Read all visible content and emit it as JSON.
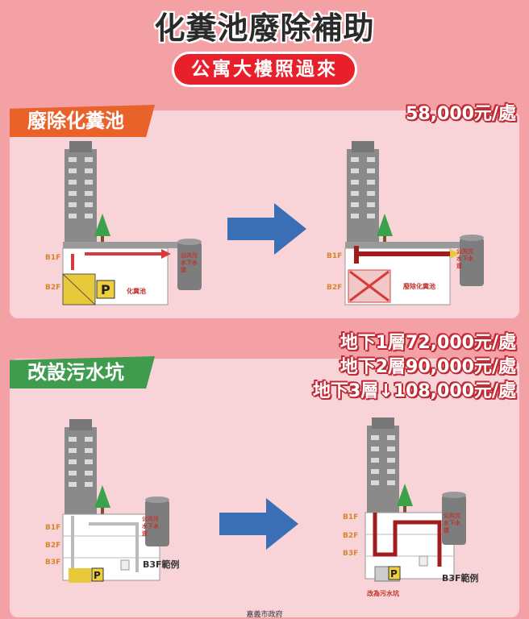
{
  "header": {
    "title": "化糞池廢除補助",
    "subtitle": "公寓大樓照過來"
  },
  "section1": {
    "banner": "廢除化糞池",
    "price": "58,000元/處",
    "before": {
      "floor_labels": [
        "B1F",
        "B2F"
      ],
      "tank_label": "化糞池",
      "sewer_label": "公共污水下水道"
    },
    "after": {
      "floor_labels": [
        "B1F",
        "B2F"
      ],
      "tank_label": "廢除化糞池",
      "sewer_label": "公共污水下水道"
    }
  },
  "section2": {
    "banner": "改設污水坑",
    "prices": [
      "地下1層72,000元/處",
      "地下2層90,000元/處",
      "地下3層↓108,000元/處"
    ],
    "before": {
      "floor_labels": [
        "B1F",
        "B2F",
        "B3F"
      ],
      "caption": "B3F範例",
      "sewer_label": "公共污水下水道"
    },
    "after": {
      "floor_labels": [
        "B1F",
        "B2F",
        "B3F"
      ],
      "caption": "B3F範例",
      "pit_label": "改為污水坑",
      "sewer_label": "公共污水下水道"
    }
  },
  "parking_letter": "P",
  "footer": {
    "org": "嘉義市政府"
  },
  "colors": {
    "background": "#f4a1a6",
    "panel": "#f8d3d7",
    "banner1": "#e8622a",
    "banner2": "#3f9b4e",
    "arrow": "#3a6fb5",
    "pipe": "#d83a3a"
  }
}
